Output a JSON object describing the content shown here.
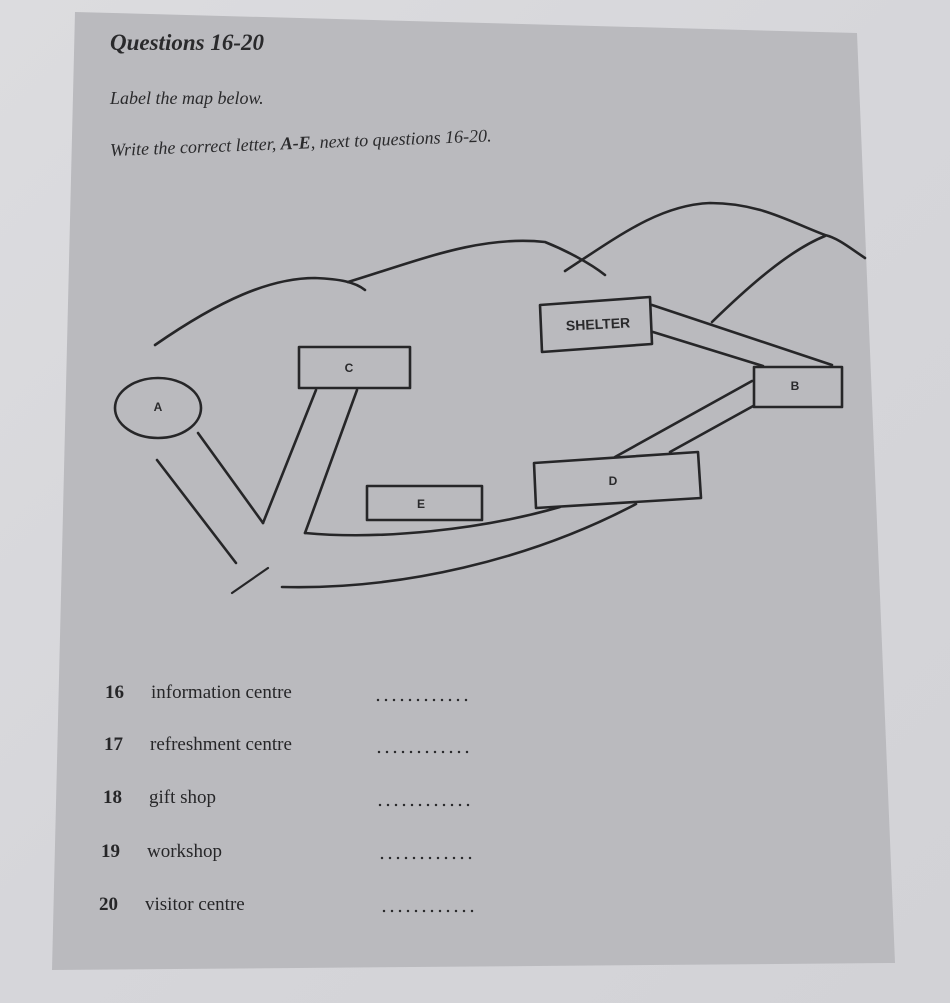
{
  "header": {
    "title": "Questions 16-20",
    "instruction_1": "Label the map below.",
    "instruction_2_prefix": "Write the correct letter, ",
    "instruction_2_range": "A-E",
    "instruction_2_suffix": ", next to questions 16-20."
  },
  "map": {
    "labels": {
      "a": "A",
      "b": "B",
      "c": "C",
      "d": "D",
      "e": "E",
      "shelter": "SHELTER"
    },
    "line_color": "#262628"
  },
  "questions": [
    {
      "number": "16",
      "text": "information centre",
      "answer": ""
    },
    {
      "number": "17",
      "text": "refreshment centre",
      "answer": ""
    },
    {
      "number": "18",
      "text": "gift shop",
      "answer": ""
    },
    {
      "number": "19",
      "text": "workshop",
      "answer": ""
    },
    {
      "number": "20",
      "text": "visitor centre",
      "answer": ""
    }
  ],
  "colors": {
    "page_background": "#d9d9dd",
    "panel_background": "#b9b9bd",
    "ink": "#262628"
  }
}
